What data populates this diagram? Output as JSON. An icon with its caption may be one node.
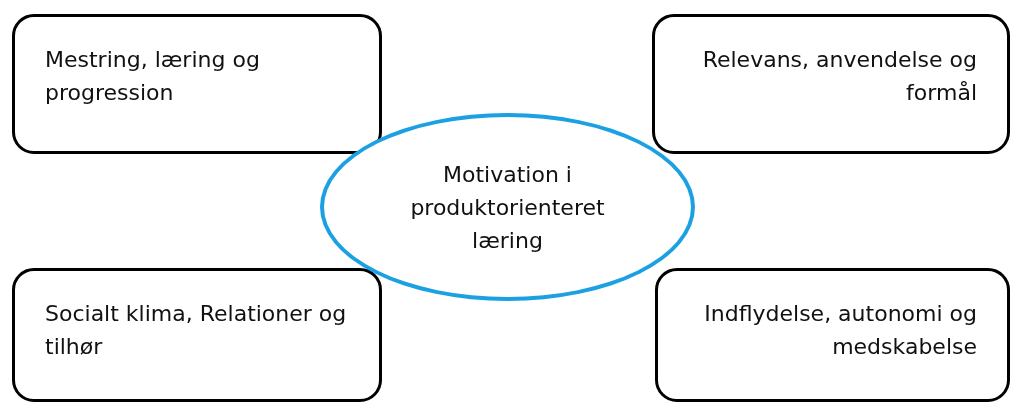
{
  "diagram": {
    "nodes": [
      {
        "text": [
          "Mestring, læring og progression"
        ]
      },
      {
        "text": [
          "Relevans, anvendelse og formål"
        ]
      },
      {
        "text": [
          "Motivation i produktorienteret læring"
        ]
      },
      {
        "text": [
          "Socialt klima, Relationer og tilhør"
        ]
      },
      {
        "text": [
          "Indflydelse, autonomi og medskabelse"
        ]
      }
    ]
  }
}
